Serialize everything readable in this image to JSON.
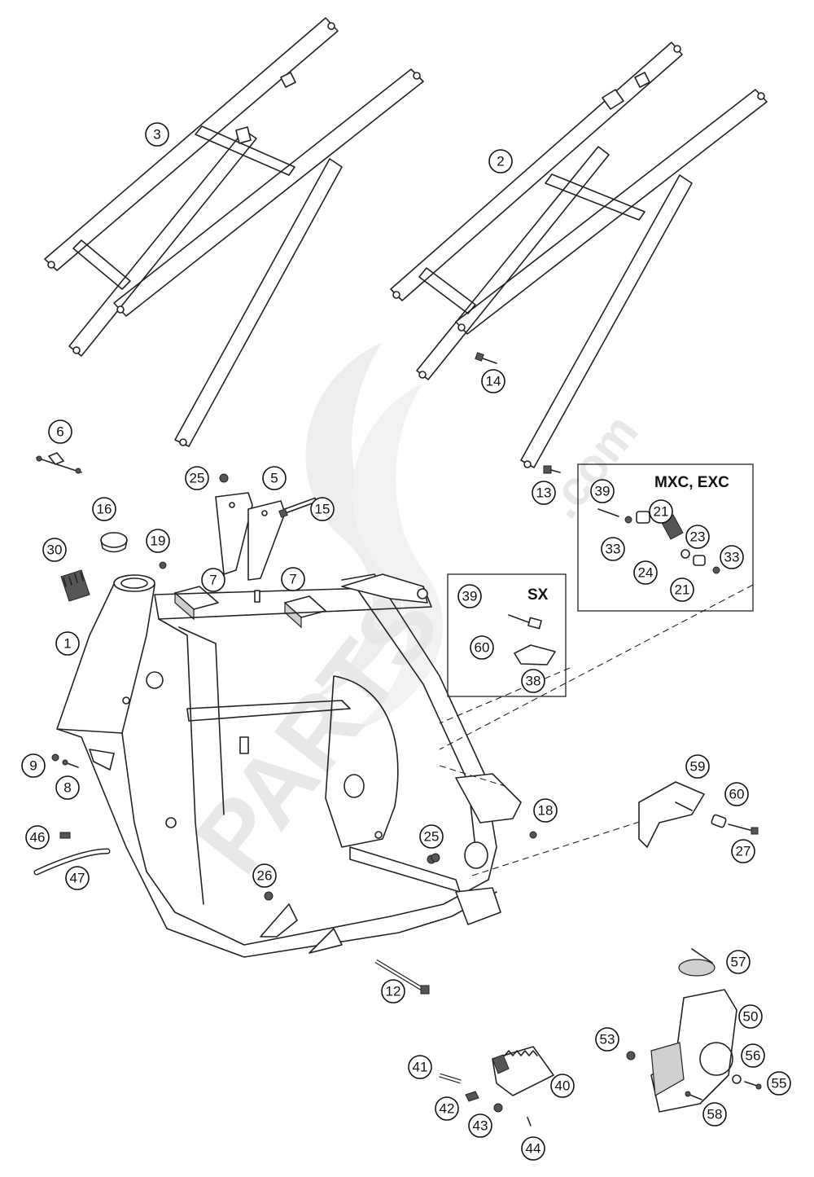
{
  "watermark": {
    "brand": "PARTS",
    "suffix": ".com"
  },
  "callouts": [
    "3",
    "2",
    "14",
    "6",
    "25",
    "5",
    "15",
    "13",
    "16",
    "19",
    "30",
    "7",
    "7",
    "1",
    "39",
    "60",
    "38",
    "9",
    "8",
    "46",
    "47",
    "26",
    "25",
    "18",
    "59",
    "60",
    "27",
    "12",
    "57",
    "50",
    "53",
    "56",
    "55",
    "58",
    "41",
    "40",
    "42",
    "43",
    "44",
    "39",
    "21",
    "23",
    "33",
    "33",
    "24",
    "21"
  ],
  "groups": {
    "mxc_exc": {
      "title": "MXC, EXC"
    },
    "sx": {
      "title": "SX"
    }
  }
}
